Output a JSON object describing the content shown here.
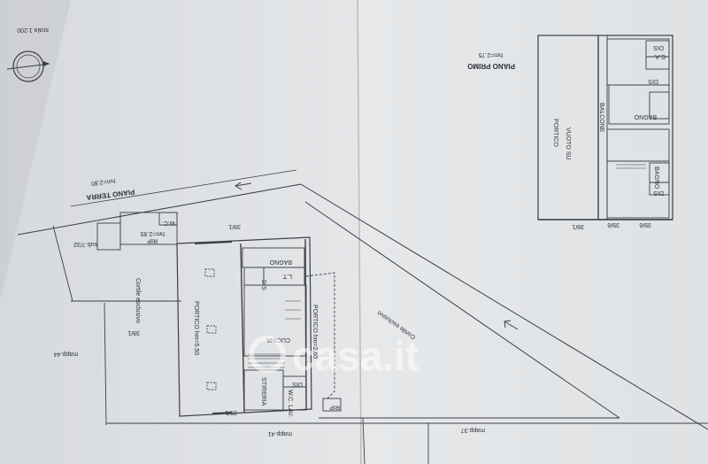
{
  "scale_label": "scala 1:200",
  "watermark": "casa.it",
  "ground_floor": {
    "title": "PIANO TERRA",
    "height": "hm=2.80",
    "rooms": {
      "rip_top": "RIP",
      "rip_height": "hm=2.95",
      "wc": "W.C.",
      "sub": "sub.7/32",
      "cortile_left": "Cortile esclusivo",
      "parcel_top": "39/1",
      "bagno": "BAGNO",
      "dis": "DIS",
      "lt": "L.T.",
      "portico_main": "PORTICO hm=5.50",
      "portico_small": "PORTICO hm=2.60",
      "cucina": "CUCINA",
      "stireria": "STIRERIA",
      "dis_lower": "DIS",
      "wc_lav": "W.C. LAV.",
      "rip_bottom": "RIP",
      "parcel_bottom": "39/1",
      "parcel_left": "39/1",
      "cortile_right": "Cortile esclusivo"
    },
    "mapp_left": "mapp.44",
    "mapp_bottom": "mapp.41",
    "mapp_right": "mapp.37"
  },
  "first_floor": {
    "title": "PIANO PRIMO",
    "height": "hm=2.75",
    "rooms": {
      "dis_top": "DIS",
      "ca": "C.A.",
      "dis_mid": "DIS",
      "bagno_top": "BAGNO",
      "balcone": "BALCONE",
      "vuoto_su": "VUOTO SU",
      "portico": "PORTICO",
      "bagno_bottom": "BAGNO",
      "dis_bottom": "DIS",
      "parcel_a": "39/1",
      "parcel_b": "39/6",
      "parcel_c": "39/6"
    }
  }
}
